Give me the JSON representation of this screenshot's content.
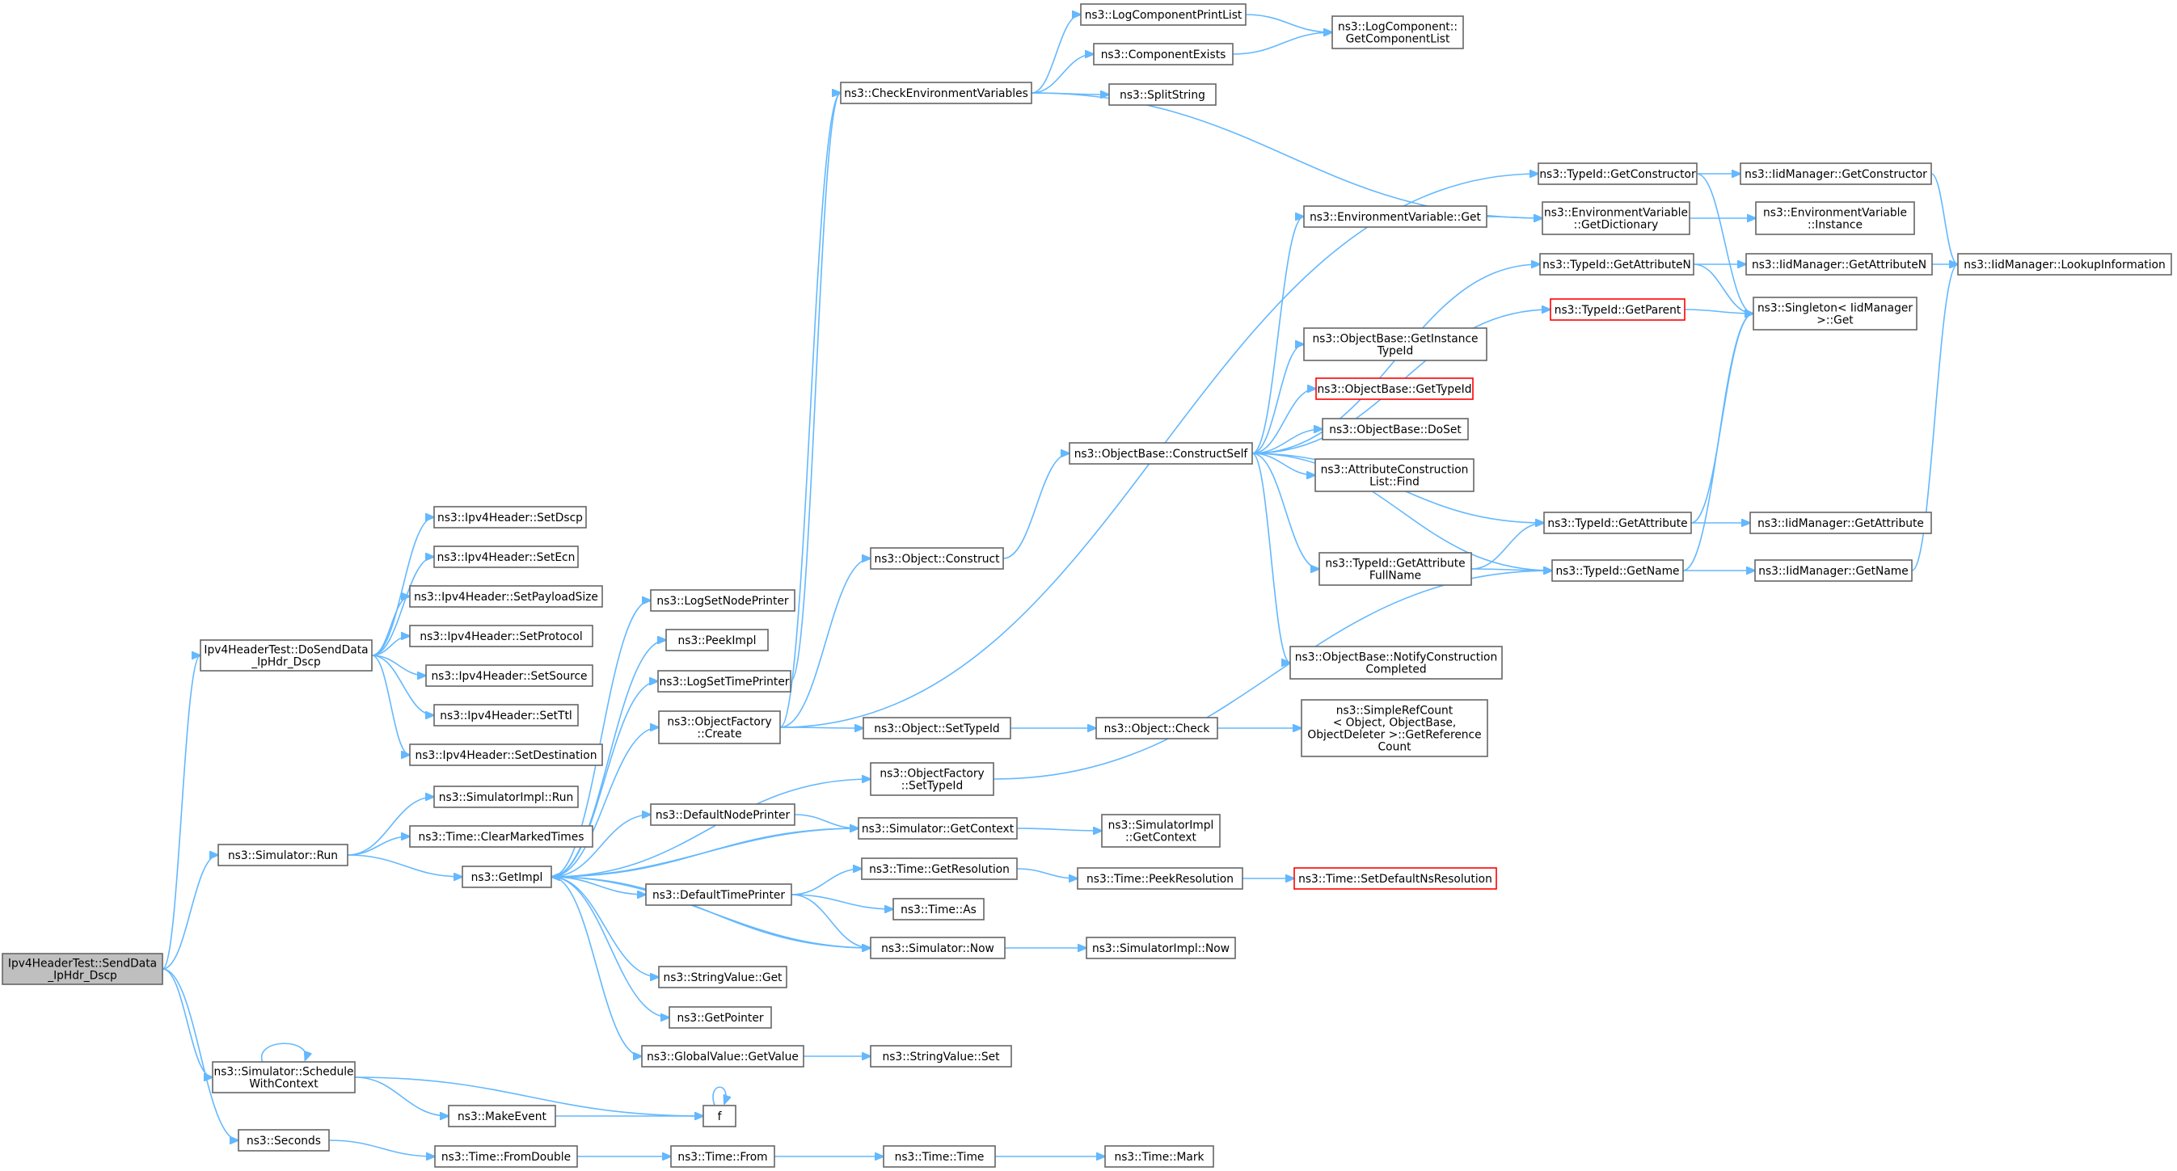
{
  "nodes": {
    "root": {
      "lines": [
        "Ipv4HeaderTest::SendData",
        "_IpHdr_Dscp"
      ],
      "style": "root"
    },
    "doSend": {
      "lines": [
        "Ipv4HeaderTest::DoSendData",
        "_IpHdr_Dscp"
      ]
    },
    "setDscp": {
      "lines": [
        "ns3::Ipv4Header::SetDscp"
      ]
    },
    "setEcn": {
      "lines": [
        "ns3::Ipv4Header::SetEcn"
      ]
    },
    "setPayload": {
      "lines": [
        "ns3::Ipv4Header::SetPayloadSize"
      ]
    },
    "setProtocol": {
      "lines": [
        "ns3::Ipv4Header::SetProtocol"
      ]
    },
    "setSource": {
      "lines": [
        "ns3::Ipv4Header::SetSource"
      ]
    },
    "setTtl": {
      "lines": [
        "ns3::Ipv4Header::SetTtl"
      ]
    },
    "setDest": {
      "lines": [
        "ns3::Ipv4Header::SetDestination"
      ]
    },
    "simRun": {
      "lines": [
        "ns3::Simulator::Run"
      ]
    },
    "simImplRun": {
      "lines": [
        "ns3::SimulatorImpl::Run"
      ]
    },
    "clearMarked": {
      "lines": [
        "ns3::Time::ClearMarkedTimes"
      ]
    },
    "getImpl": {
      "lines": [
        "ns3::GetImpl"
      ]
    },
    "logSetNode": {
      "lines": [
        "ns3::LogSetNodePrinter"
      ]
    },
    "peekImpl": {
      "lines": [
        "ns3::PeekImpl"
      ]
    },
    "logSetTime": {
      "lines": [
        "ns3::LogSetTimePrinter"
      ]
    },
    "objFactoryCreate": {
      "lines": [
        "ns3::ObjectFactory",
        "::Create"
      ]
    },
    "objFactorySetTypeId": {
      "lines": [
        "ns3::ObjectFactory",
        "::SetTypeId"
      ]
    },
    "defNodePrinter": {
      "lines": [
        "ns3::DefaultNodePrinter"
      ]
    },
    "defTimePrinter": {
      "lines": [
        "ns3::DefaultTimePrinter"
      ]
    },
    "strValGet": {
      "lines": [
        "ns3::StringValue::Get"
      ]
    },
    "getPointer": {
      "lines": [
        "ns3::GetPointer"
      ]
    },
    "globalGetValue": {
      "lines": [
        "ns3::GlobalValue::GetValue"
      ]
    },
    "strValSet": {
      "lines": [
        "ns3::StringValue::Set"
      ]
    },
    "schedCtx": {
      "lines": [
        "ns3::Simulator::Schedule",
        "WithContext"
      ]
    },
    "makeEvent": {
      "lines": [
        "ns3::MakeEvent"
      ]
    },
    "f": {
      "lines": [
        "f"
      ]
    },
    "seconds": {
      "lines": [
        "ns3::Seconds"
      ]
    },
    "fromDouble": {
      "lines": [
        "ns3::Time::FromDouble"
      ]
    },
    "timeFrom": {
      "lines": [
        "ns3::Time::From"
      ]
    },
    "timeTime": {
      "lines": [
        "ns3::Time::Time"
      ]
    },
    "timeMark": {
      "lines": [
        "ns3::Time::Mark"
      ]
    },
    "checkEnv": {
      "lines": [
        "ns3::CheckEnvironmentVariables"
      ]
    },
    "logCompPrint": {
      "lines": [
        "ns3::LogComponentPrintList"
      ]
    },
    "compExists": {
      "lines": [
        "ns3::ComponentExists"
      ]
    },
    "splitString": {
      "lines": [
        "ns3::SplitString"
      ]
    },
    "logCompList": {
      "lines": [
        "ns3::LogComponent::",
        "GetComponentList"
      ]
    },
    "objConstruct": {
      "lines": [
        "ns3::Object::Construct"
      ]
    },
    "objSetTypeId": {
      "lines": [
        "ns3::Object::SetTypeId"
      ]
    },
    "objCheck": {
      "lines": [
        "ns3::Object::Check"
      ]
    },
    "simpleRef": {
      "lines": [
        "ns3::SimpleRefCount",
        "< Object, ObjectBase,",
        "ObjectDeleter >::GetReference",
        "Count"
      ]
    },
    "simGetContext": {
      "lines": [
        "ns3::Simulator::GetContext"
      ]
    },
    "simImplGetContext": {
      "lines": [
        "ns3::SimulatorImpl",
        "::GetContext"
      ]
    },
    "getResolution": {
      "lines": [
        "ns3::Time::GetResolution"
      ]
    },
    "peekResolution": {
      "lines": [
        "ns3::Time::PeekResolution"
      ]
    },
    "setDefaultNsRes": {
      "lines": [
        "ns3::Time::SetDefaultNsResolution"
      ],
      "style": "red"
    },
    "timeAs": {
      "lines": [
        "ns3::Time::As"
      ]
    },
    "simNow": {
      "lines": [
        "ns3::Simulator::Now"
      ]
    },
    "simImplNow": {
      "lines": [
        "ns3::SimulatorImpl::Now"
      ]
    },
    "constructSelf": {
      "lines": [
        "ns3::ObjectBase::ConstructSelf"
      ]
    },
    "envVarGet": {
      "lines": [
        "ns3::EnvironmentVariable::Get"
      ]
    },
    "getInstanceTypeId": {
      "lines": [
        "ns3::ObjectBase::GetInstance",
        "TypeId"
      ]
    },
    "getTypeIdRed": {
      "lines": [
        "ns3::ObjectBase::GetTypeId"
      ],
      "style": "red"
    },
    "doSet": {
      "lines": [
        "ns3::ObjectBase::DoSet"
      ]
    },
    "attrConsFind": {
      "lines": [
        "ns3::AttributeConstruction",
        "List::Find"
      ]
    },
    "getAttrFullName": {
      "lines": [
        "ns3::TypeId::GetAttribute",
        "FullName"
      ]
    },
    "notifyConst": {
      "lines": [
        "ns3::ObjectBase::NotifyConstruction",
        "Completed"
      ]
    },
    "tidGetConstructor": {
      "lines": [
        "ns3::TypeId::GetConstructor"
      ]
    },
    "envGetDict": {
      "lines": [
        "ns3::EnvironmentVariable",
        "::GetDictionary"
      ]
    },
    "tidGetAttrN": {
      "lines": [
        "ns3::TypeId::GetAttributeN"
      ]
    },
    "tidGetParent": {
      "lines": [
        "ns3::TypeId::GetParent"
      ],
      "style": "red"
    },
    "tidGetAttribute": {
      "lines": [
        "ns3::TypeId::GetAttribute"
      ]
    },
    "tidGetName": {
      "lines": [
        "ns3::TypeId::GetName"
      ]
    },
    "iidGetConstructor": {
      "lines": [
        "ns3::IidManager::GetConstructor"
      ]
    },
    "envInstance": {
      "lines": [
        "ns3::EnvironmentVariable",
        "::Instance"
      ]
    },
    "iidGetAttrN": {
      "lines": [
        "ns3::IidManager::GetAttributeN"
      ]
    },
    "singletonGet": {
      "lines": [
        "ns3::Singleton< IidManager",
        " >::Get"
      ]
    },
    "iidGetAttribute": {
      "lines": [
        "ns3::IidManager::GetAttribute"
      ]
    },
    "iidGetName": {
      "lines": [
        "ns3::IidManager::GetName"
      ]
    },
    "iidLookup": {
      "lines": [
        "ns3::IidManager::LookupInformation"
      ]
    }
  },
  "edges": [
    [
      "root",
      "doSend"
    ],
    [
      "root",
      "simRun"
    ],
    [
      "root",
      "schedCtx"
    ],
    [
      "root",
      "seconds"
    ],
    [
      "doSend",
      "setDscp"
    ],
    [
      "doSend",
      "setEcn"
    ],
    [
      "doSend",
      "setPayload"
    ],
    [
      "doSend",
      "setProtocol"
    ],
    [
      "doSend",
      "setSource"
    ],
    [
      "doSend",
      "setTtl"
    ],
    [
      "doSend",
      "setDest"
    ],
    [
      "simRun",
      "simImplRun"
    ],
    [
      "simRun",
      "clearMarked"
    ],
    [
      "simRun",
      "getImpl"
    ],
    [
      "getImpl",
      "logSetNode"
    ],
    [
      "getImpl",
      "peekImpl"
    ],
    [
      "getImpl",
      "logSetTime"
    ],
    [
      "getImpl",
      "objFactoryCreate"
    ],
    [
      "getImpl",
      "objFactorySetTypeId"
    ],
    [
      "getImpl",
      "defNodePrinter"
    ],
    [
      "getImpl",
      "defTimePrinter"
    ],
    [
      "getImpl",
      "strValGet"
    ],
    [
      "getImpl",
      "getPointer"
    ],
    [
      "getImpl",
      "globalGetValue"
    ],
    [
      "getImpl",
      "simGetContext"
    ],
    [
      "getImpl",
      "simNow"
    ],
    [
      "simGetContext",
      "getImpl"
    ],
    [
      "simNow",
      "getImpl"
    ],
    [
      "logSetTime",
      "checkEnv"
    ],
    [
      "objFactoryCreate",
      "checkEnv"
    ],
    [
      "objFactoryCreate",
      "tidGetConstructor"
    ],
    [
      "objFactoryCreate",
      "objConstruct"
    ],
    [
      "objFactoryCreate",
      "objSetTypeId"
    ],
    [
      "objFactorySetTypeId",
      "tidGetName"
    ],
    [
      "defNodePrinter",
      "simGetContext"
    ],
    [
      "defTimePrinter",
      "getResolution"
    ],
    [
      "defTimePrinter",
      "timeAs"
    ],
    [
      "defTimePrinter",
      "simNow"
    ],
    [
      "globalGetValue",
      "strValSet"
    ],
    [
      "schedCtx",
      "schedCtx"
    ],
    [
      "schedCtx",
      "makeEvent"
    ],
    [
      "schedCtx",
      "f"
    ],
    [
      "makeEvent",
      "f"
    ],
    [
      "f",
      "f"
    ],
    [
      "seconds",
      "fromDouble"
    ],
    [
      "fromDouble",
      "timeFrom"
    ],
    [
      "timeFrom",
      "timeTime"
    ],
    [
      "timeTime",
      "timeMark"
    ],
    [
      "checkEnv",
      "logCompPrint"
    ],
    [
      "checkEnv",
      "compExists"
    ],
    [
      "checkEnv",
      "splitString"
    ],
    [
      "checkEnv",
      "envGetDict"
    ],
    [
      "logCompPrint",
      "logCompList"
    ],
    [
      "compExists",
      "logCompList"
    ],
    [
      "objConstruct",
      "constructSelf"
    ],
    [
      "objSetTypeId",
      "objCheck"
    ],
    [
      "objCheck",
      "simpleRef"
    ],
    [
      "simGetContext",
      "simImplGetContext"
    ],
    [
      "getResolution",
      "peekResolution"
    ],
    [
      "peekResolution",
      "setDefaultNsRes"
    ],
    [
      "simNow",
      "simImplNow"
    ],
    [
      "constructSelf",
      "envVarGet"
    ],
    [
      "constructSelf",
      "tidGetAttrN"
    ],
    [
      "constructSelf",
      "tidGetParent"
    ],
    [
      "constructSelf",
      "getInstanceTypeId"
    ],
    [
      "constructSelf",
      "getTypeIdRed"
    ],
    [
      "constructSelf",
      "doSet"
    ],
    [
      "constructSelf",
      "attrConsFind"
    ],
    [
      "constructSelf",
      "tidGetAttribute"
    ],
    [
      "constructSelf",
      "getAttrFullName"
    ],
    [
      "constructSelf",
      "tidGetName"
    ],
    [
      "constructSelf",
      "notifyConst"
    ],
    [
      "envVarGet",
      "envGetDict"
    ],
    [
      "envGetDict",
      "envInstance"
    ],
    [
      "getAttrFullName",
      "tidGetAttribute"
    ],
    [
      "getAttrFullName",
      "tidGetName"
    ],
    [
      "tidGetConstructor",
      "iidGetConstructor"
    ],
    [
      "tidGetConstructor",
      "singletonGet"
    ],
    [
      "tidGetAttrN",
      "iidGetAttrN"
    ],
    [
      "tidGetAttrN",
      "singletonGet"
    ],
    [
      "tidGetParent",
      "singletonGet"
    ],
    [
      "tidGetAttribute",
      "singletonGet"
    ],
    [
      "tidGetAttribute",
      "iidGetAttribute"
    ],
    [
      "tidGetName",
      "singletonGet"
    ],
    [
      "tidGetName",
      "iidGetName"
    ],
    [
      "iidGetConstructor",
      "iidLookup"
    ],
    [
      "iidGetAttrN",
      "iidLookup"
    ],
    [
      "iidGetName",
      "iidLookup"
    ]
  ]
}
